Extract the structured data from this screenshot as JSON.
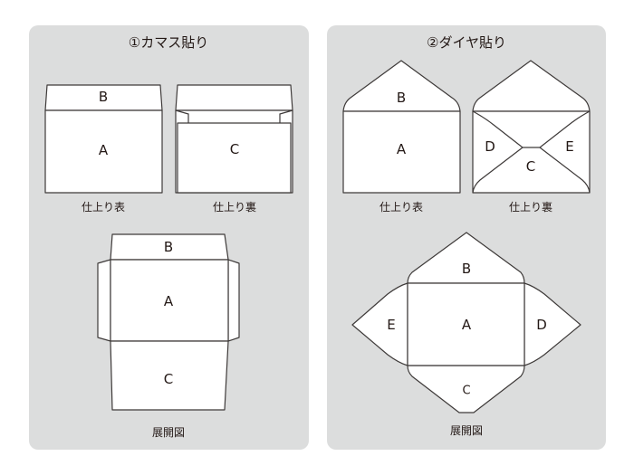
{
  "panels": [
    {
      "title": "①カマス貼り",
      "front": {
        "caption": "仕上り表",
        "flap": "B",
        "body": "A"
      },
      "back": {
        "caption": "仕上り裏",
        "body": "C"
      },
      "development": {
        "caption": "展開図",
        "top": "B",
        "center": "A",
        "bottom": "C"
      }
    },
    {
      "title": "②ダイヤ貼り",
      "front": {
        "caption": "仕上り表",
        "flap": "B",
        "body": "A"
      },
      "back": {
        "caption": "仕上り裏",
        "left": "D",
        "right": "E",
        "bottom": "C"
      },
      "development": {
        "caption": "展開図",
        "top": "B",
        "left": "E",
        "center": "A",
        "right": "D",
        "bottom": "C"
      }
    }
  ],
  "colors": {
    "panel": "#dcdddd",
    "stroke": "#3e3a39",
    "paper": "#ffffff"
  }
}
